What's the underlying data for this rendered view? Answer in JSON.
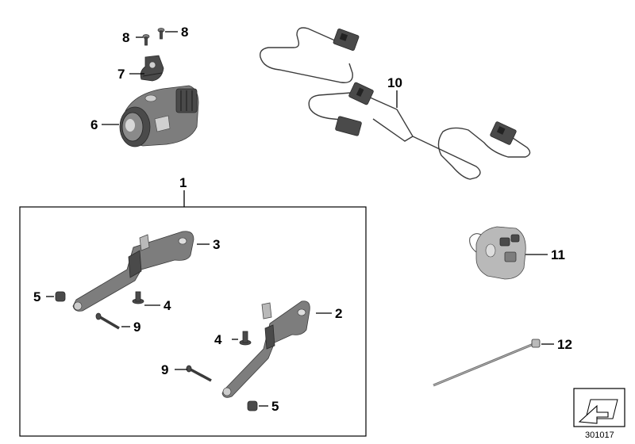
{
  "callouts": [
    {
      "id": "c1",
      "label": "1"
    },
    {
      "id": "c2",
      "label": "2"
    },
    {
      "id": "c3",
      "label": "3"
    },
    {
      "id": "c4a",
      "label": "4"
    },
    {
      "id": "c4b",
      "label": "4"
    },
    {
      "id": "c5a",
      "label": "5"
    },
    {
      "id": "c5b",
      "label": "5"
    },
    {
      "id": "c6",
      "label": "6"
    },
    {
      "id": "c7",
      "label": "7"
    },
    {
      "id": "c8a",
      "label": "8"
    },
    {
      "id": "c8b",
      "label": "8"
    },
    {
      "id": "c9a",
      "label": "9"
    },
    {
      "id": "c9b",
      "label": "9"
    },
    {
      "id": "c10",
      "label": "10"
    },
    {
      "id": "c11",
      "label": "11"
    },
    {
      "id": "c12",
      "label": "12"
    }
  ],
  "diagram_number": "301017",
  "icons": {
    "fog_light": "fog-light-icon",
    "wiring_harness": "wiring-harness-icon",
    "handlebar_switch": "handlebar-switch-icon",
    "cable_tie": "cable-tie-icon",
    "bracket": "bracket-icon",
    "diagram_stamp": "diagram-stamp-icon"
  }
}
